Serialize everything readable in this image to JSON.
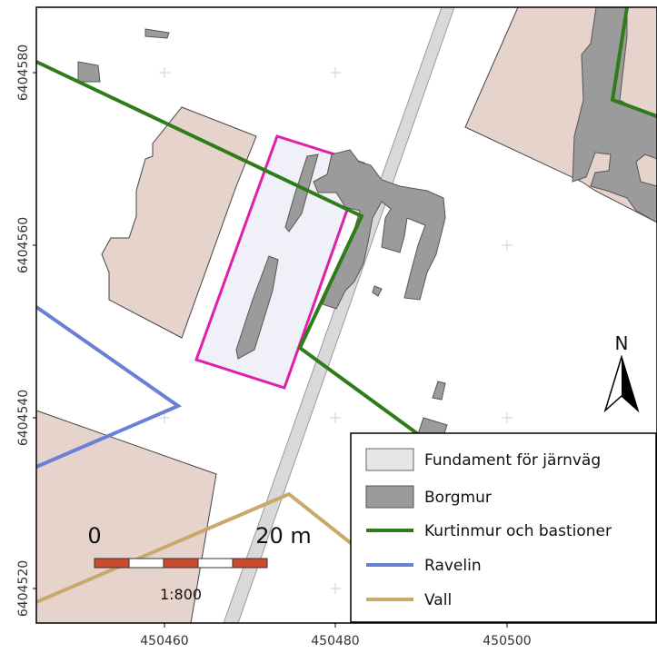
{
  "map": {
    "axes": {
      "x_ticks": [
        "450460",
        "450480",
        "450500"
      ],
      "y_ticks": [
        "6404580",
        "6404560",
        "6404540",
        "6404520"
      ]
    },
    "legend": {
      "items": [
        {
          "label": "Fundament för järnväg",
          "symbol": "fill",
          "color": "#e6e6e6",
          "stroke": "#666666"
        },
        {
          "label": "Borgmur",
          "symbol": "fill",
          "color": "#9b9b9b",
          "stroke": "#555555"
        },
        {
          "label": "Kurtinmur och bastioner",
          "symbol": "line",
          "color": "#2e7d1a"
        },
        {
          "label": "Ravelin",
          "symbol": "line",
          "color": "#6a7fd6"
        },
        {
          "label": "Vall",
          "symbol": "line",
          "color": "#c8a96a"
        }
      ]
    },
    "scalebar": {
      "start_label": "0",
      "end_label": "20 m",
      "ratio": "1:800",
      "colors": [
        "#cc4a2e",
        "#ffffff"
      ]
    },
    "north_arrow": {
      "label": "N"
    },
    "colors": {
      "building": "#e6d3cc",
      "building_stroke": "#444444",
      "railway": "#d9d9d9",
      "railway_stroke": "#9a9a9a",
      "foundation_fill": "#f0f0f8",
      "foundation_stroke": "#e020a8",
      "wall_fill": "#9b9b9b",
      "wall_stroke": "#555555"
    }
  }
}
